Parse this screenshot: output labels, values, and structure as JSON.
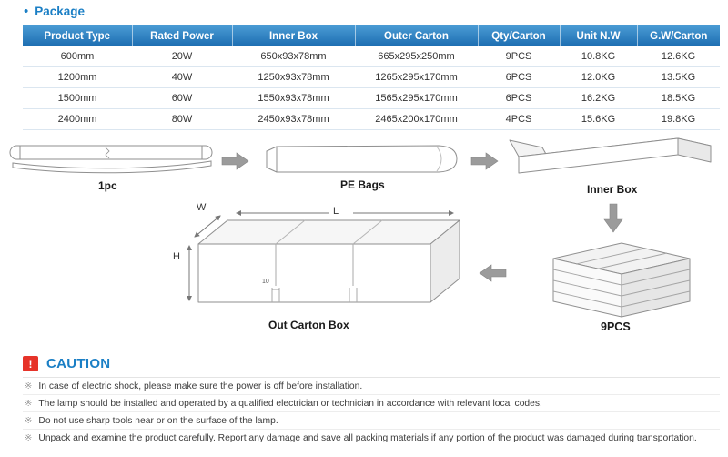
{
  "page": {
    "bullet": "•",
    "title": "Package"
  },
  "table": {
    "headers": [
      "Product Type",
      "Rated Power",
      "Inner Box",
      "Outer Carton",
      "Qty/Carton",
      "Unit N.W",
      "G.W/Carton"
    ],
    "rows": [
      [
        "600mm",
        "20W",
        "650x93x78mm",
        "665x295x250mm",
        "9PCS",
        "10.8KG",
        "12.6KG"
      ],
      [
        "1200mm",
        "40W",
        "1250x93x78mm",
        "1265x295x170mm",
        "6PCS",
        "12.0KG",
        "13.5KG"
      ],
      [
        "1500mm",
        "60W",
        "1550x93x78mm",
        "1565x295x170mm",
        "6PCS",
        "16.2KG",
        "18.5KG"
      ],
      [
        "2400mm",
        "80W",
        "2450x93x78mm",
        "2465x200x170mm",
        "4PCS",
        "15.6KG",
        "19.8KG"
      ]
    ]
  },
  "diagram": {
    "tube_label": "1pc",
    "bag_label": "PE Bags",
    "inner_box_label": "Inner Box",
    "out_carton_label": "Out Carton Box",
    "stack_label": "9PCS",
    "dim_w": "W",
    "dim_h": "H",
    "dim_l": "L",
    "dim_gap": "10"
  },
  "caution": {
    "icon_glyph": "!",
    "title": "CAUTION",
    "bullet": "※",
    "items": [
      "In case of electric shock, please make sure the power is off before installation.",
      "The lamp should be installed and operated by a qualified electrician or technician in accordance with relevant local codes.",
      "Do not use sharp tools near or on the surface of the lamp.",
      "Unpack and examine the product carefully. Report any damage and save all packing materials if any portion of the product was damaged during transportation."
    ]
  },
  "colors": {
    "accent_blue": "#1b7fc5",
    "header_blue_top": "#4a9bd4",
    "header_blue_bottom": "#1c6db1",
    "caution_red": "#e63329",
    "arrow_gray": "#9b9b9b"
  }
}
